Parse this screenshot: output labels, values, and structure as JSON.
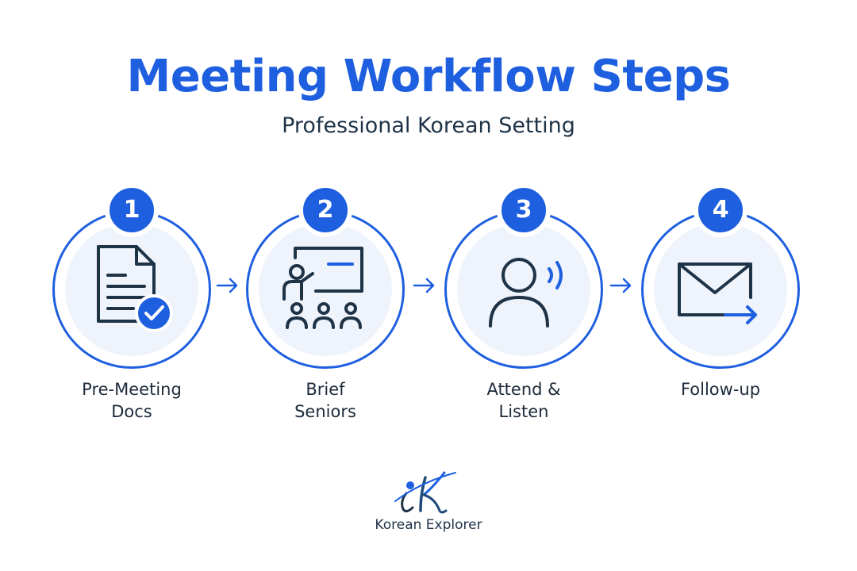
{
  "header": {
    "title": "Meeting Workflow Steps",
    "subtitle": "Professional Korean Setting"
  },
  "steps": [
    {
      "number": "1",
      "label": "Pre-Meeting\nDocs",
      "icon": "document-check-icon"
    },
    {
      "number": "2",
      "label": "Brief\nSeniors",
      "icon": "presentation-board-icon"
    },
    {
      "number": "3",
      "label": "Attend &\nListen",
      "icon": "person-listening-icon"
    },
    {
      "number": "4",
      "label": "Follow-up",
      "icon": "envelope-send-icon"
    }
  ],
  "connectors": [
    "arrow-right-icon",
    "arrow-right-icon",
    "arrow-right-icon"
  ],
  "brand": {
    "name": "Korean Explorer",
    "logo_icon": "korean-explorer-logo"
  },
  "colors": {
    "accent": "#1e5fe0",
    "icon_stroke": "#1f3347",
    "circle_fill": "#eef3fc",
    "text": "#1c2a3a"
  }
}
